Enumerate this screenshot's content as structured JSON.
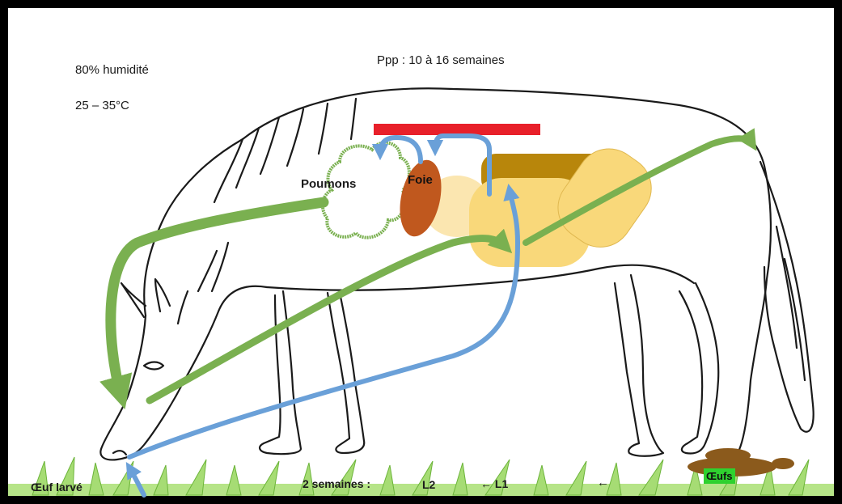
{
  "header": {
    "humidity": "80% humidité",
    "temperature": "25 – 35°C",
    "ppp": "Ppp : 10 à 16 semaines"
  },
  "organs": {
    "lungs": "Poumons",
    "liver": "Foie"
  },
  "footer": {
    "egg_larva": "Œuf larvé",
    "duration": "2 semaines :",
    "stage_l2": "L2",
    "stage_l1": "← L1",
    "arrow": "←",
    "eggs": "Œufs"
  },
  "colors": {
    "frame": "#000000",
    "background": "#ffffff",
    "red_bar": "#e8202a",
    "green_arrow": "#7ab050",
    "blue_arrow": "#6aa0d8",
    "liver": "#c0581e",
    "intestine_dark": "#b8860b",
    "intestine_light": "#f9d87a",
    "stomach": "#fbe6b0",
    "lungs_outline": "#7ab050",
    "grass": "#8fd05a",
    "dung": "#8b5a1c"
  },
  "icons": [
    "horse-outline",
    "grass-strip",
    "dung-pile"
  ]
}
